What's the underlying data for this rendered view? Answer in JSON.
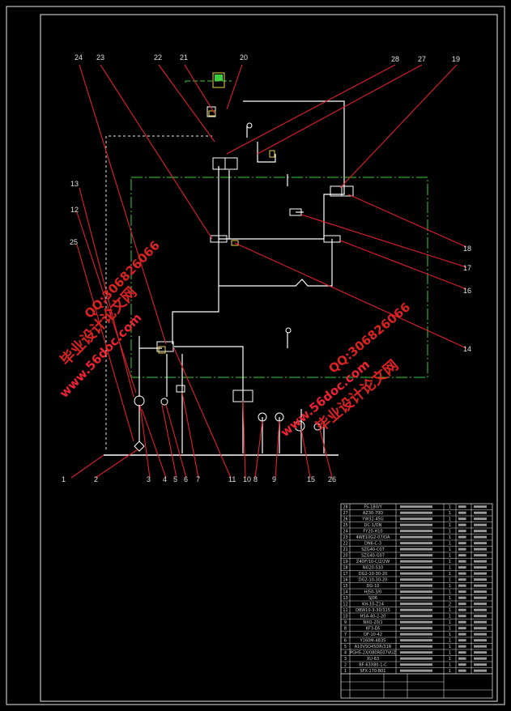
{
  "callouts": {
    "top": [
      "24",
      "23",
      "22",
      "21",
      "20",
      "28",
      "27",
      "19"
    ],
    "left": [
      "13",
      "12",
      "25"
    ],
    "right": [
      "18",
      "17",
      "16",
      "14"
    ],
    "bottom": [
      "1",
      "2",
      "3",
      "4",
      "5",
      "6",
      "7",
      "11",
      "10",
      "8",
      "9",
      "15",
      "26"
    ]
  },
  "parts_list": {
    "rows": [
      {
        "no": "28",
        "code": "FS-1B0/Y",
        "qty": "1"
      },
      {
        "no": "27",
        "code": "AZ30-70D",
        "qty": "1"
      },
      {
        "no": "26",
        "code": "YW32-45G",
        "qty": "1"
      },
      {
        "no": "25",
        "code": "DC-1/ON",
        "qty": "1"
      },
      {
        "no": "24",
        "code": "FY20-H10",
        "qty": "1"
      },
      {
        "no": "23",
        "code": "4WE10G2-07/DA",
        "qty": "1"
      },
      {
        "no": "22",
        "code": "DN6-C-3",
        "qty": "1"
      },
      {
        "no": "21",
        "code": "SZG40-C07",
        "qty": "1"
      },
      {
        "no": "20",
        "code": "SZG40-G07",
        "qty": "1"
      },
      {
        "no": "19",
        "code": "Z4DF/10-C/2/2W",
        "qty": "1"
      },
      {
        "no": "18",
        "code": "NG20-S10",
        "qty": "1"
      },
      {
        "no": "17",
        "code": "DG2-10-30-20",
        "qty": "1"
      },
      {
        "no": "16",
        "code": "DG2-10-30-20",
        "qty": "1"
      },
      {
        "no": "15",
        "code": "DG-10",
        "qty": "1"
      },
      {
        "no": "14",
        "code": "HJ50-3/0",
        "qty": "1"
      },
      {
        "no": "13",
        "code": "SJ06",
        "qty": "1"
      },
      {
        "no": "12",
        "code": "KH-10-Z14",
        "qty": "2"
      },
      {
        "no": "11",
        "code": "DBW10-3-30/315",
        "qty": "1"
      },
      {
        "no": "10",
        "code": "HSA-40-2-20",
        "qty": "1"
      },
      {
        "no": "9",
        "code": "NXQ-20/1",
        "qty": "1"
      },
      {
        "no": "8",
        "code": "KF3-E6",
        "qty": "1"
      },
      {
        "no": "7",
        "code": "DF-10-42",
        "qty": "1"
      },
      {
        "no": "6",
        "code": "Y160M-4B35",
        "qty": "1"
      },
      {
        "no": "5",
        "code": "A10VSO45DR/31R",
        "qty": "1"
      },
      {
        "no": "4",
        "code": "PGH5-2X/080RE07VU2",
        "qty": "1"
      },
      {
        "no": "3",
        "code": "XU-63",
        "qty": "1"
      },
      {
        "no": "2",
        "code": "BF-63X80-1-C",
        "qty": "1"
      },
      {
        "no": "1",
        "code": "SFX-170-B01",
        "qty": "1"
      }
    ]
  },
  "watermarks": {
    "site_a": "www.56doc.com",
    "brand_a": "毕业设计论文网",
    "qq_a": "QQ:306826066",
    "site_b": "www.56doc.com",
    "brand_b": "毕业设计论文网",
    "qq_b": "QQ:306826066"
  },
  "colors": {
    "background": "#000000",
    "frame": "#e8e8e8",
    "lines": "#ffffff",
    "boundary_green": "#3ccf3c",
    "leader_red": "#e0202a",
    "symbol_yellow": "#e8d24a",
    "table_grid": "#d8d8d8",
    "watermark": "#dd2222"
  }
}
